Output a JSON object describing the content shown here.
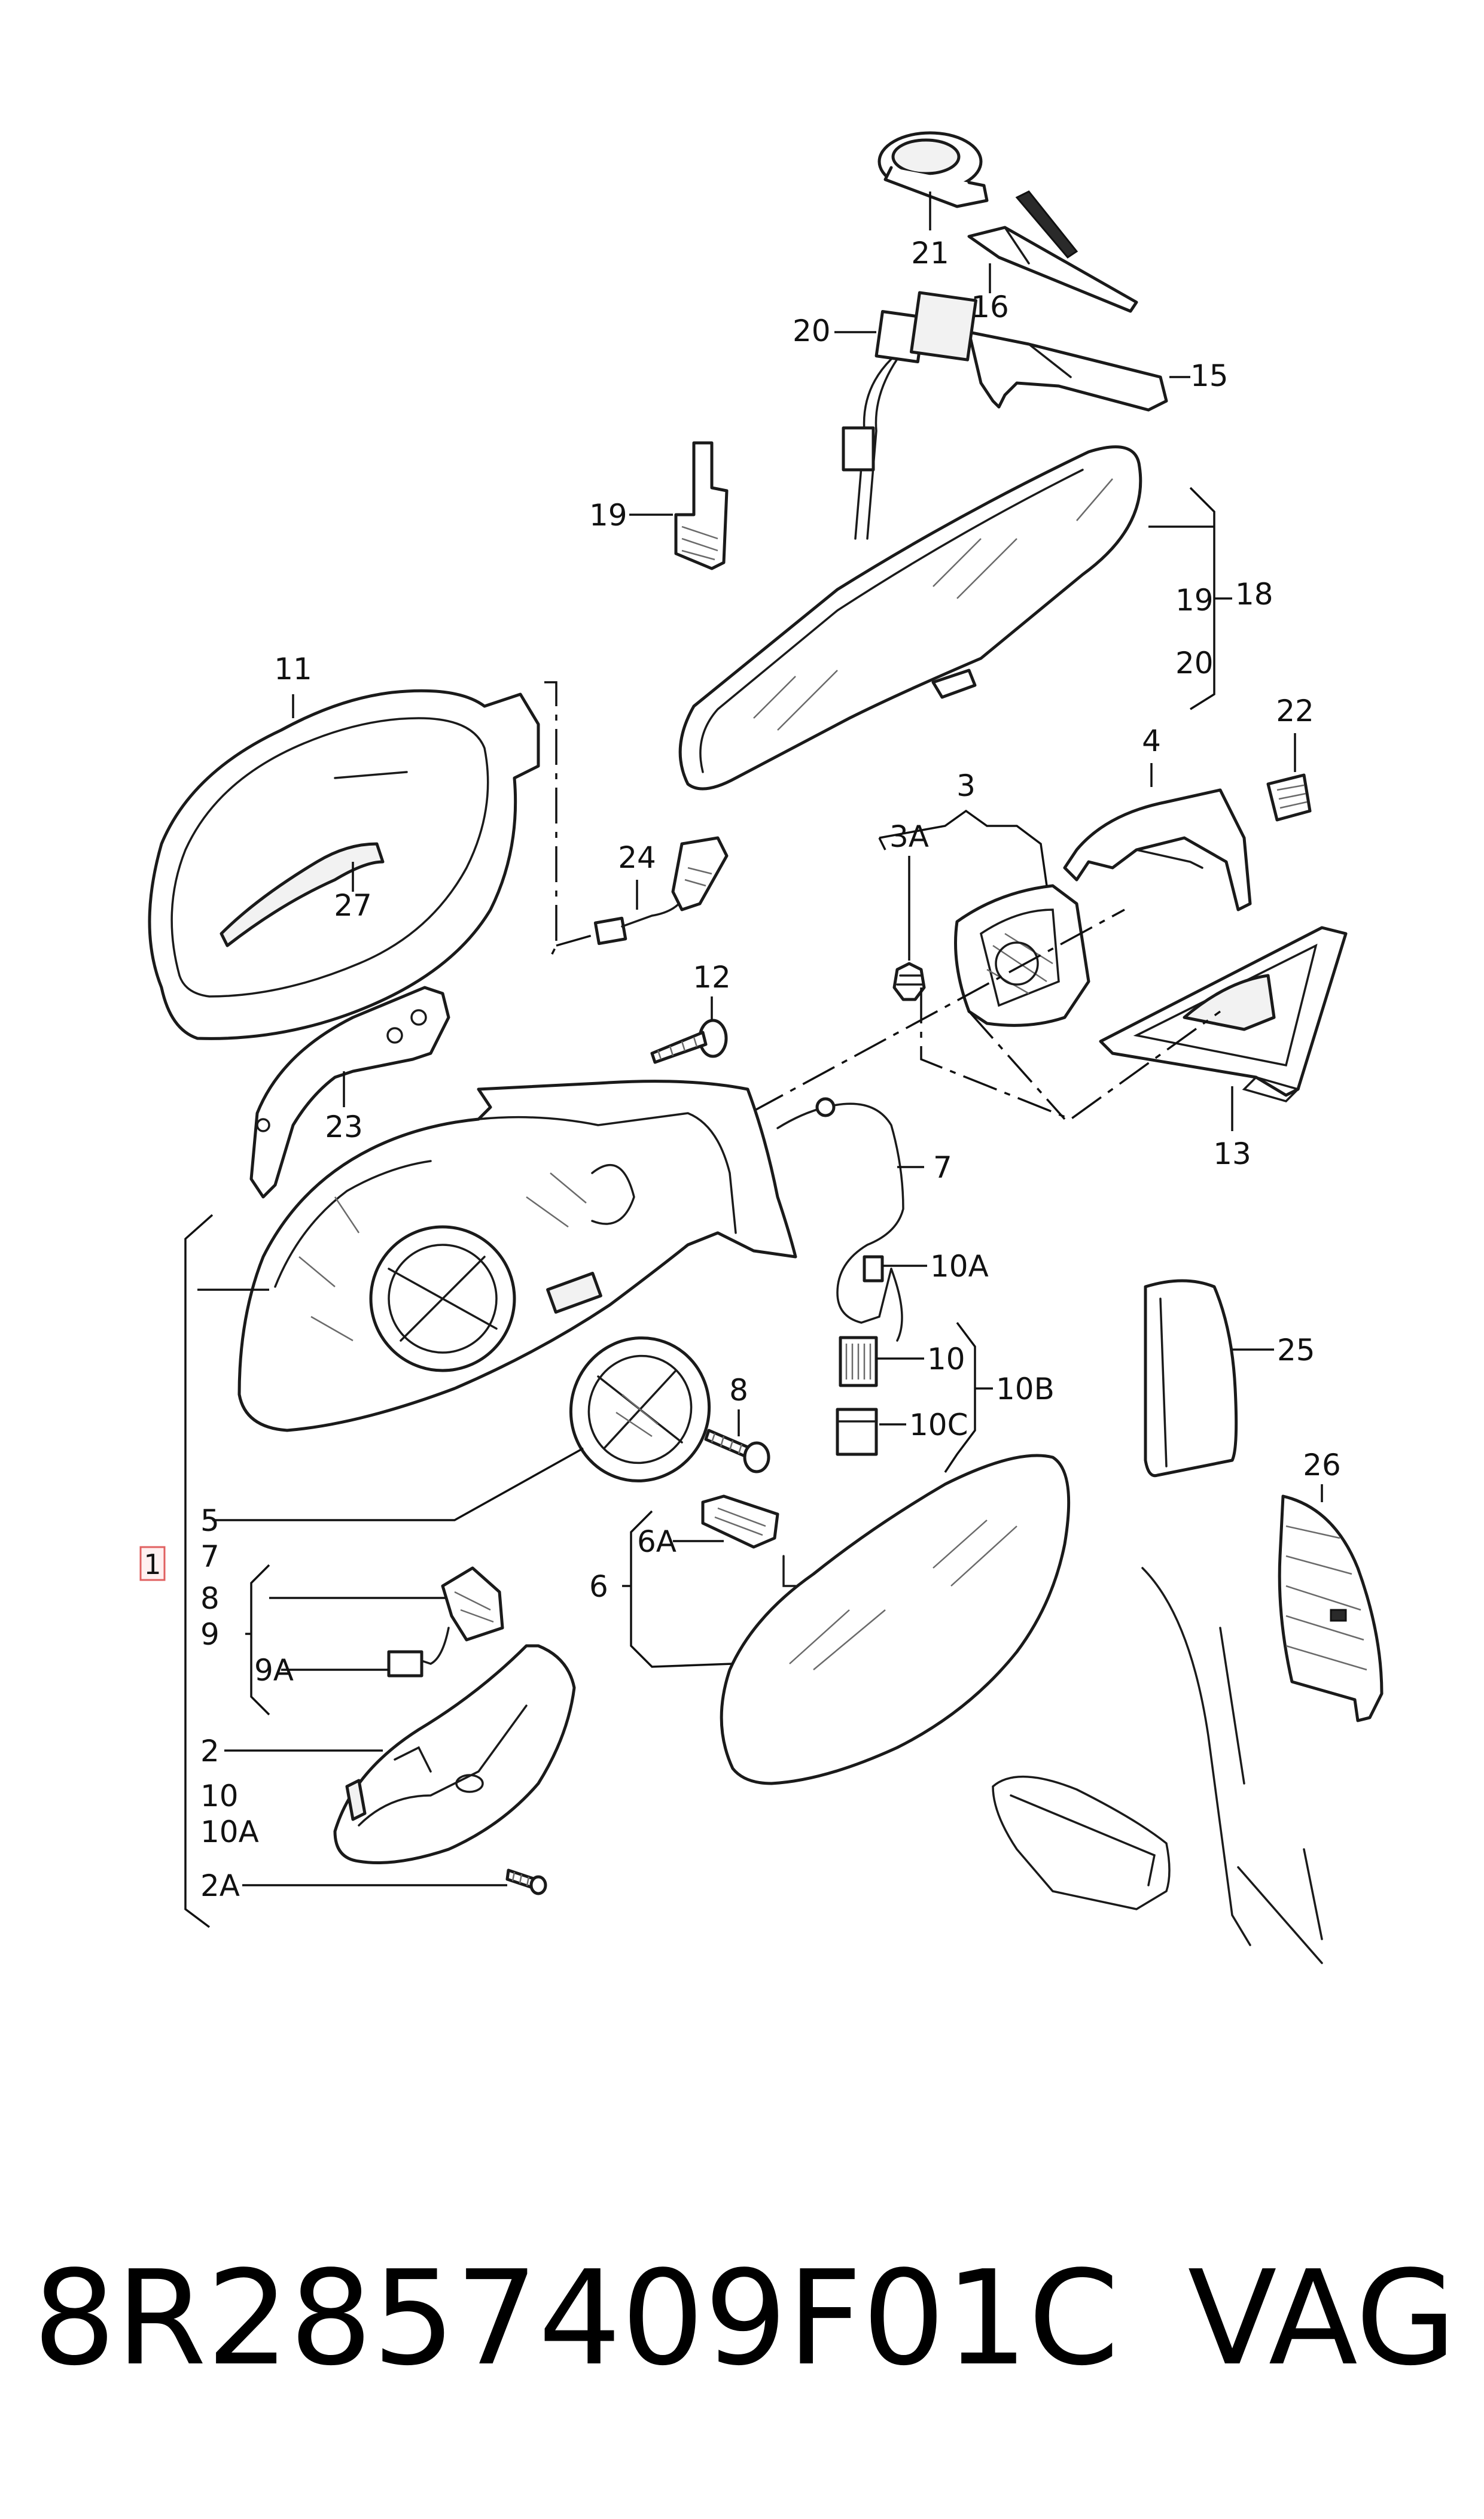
{
  "labels": {
    "l1": "1",
    "l2": "2",
    "l2A": "2A",
    "l3": "3",
    "l3A": "3A",
    "l4": "4",
    "l5": "5",
    "l6": "6",
    "l6A": "6A",
    "l7a": "7",
    "l7b": "7",
    "l8a": "8",
    "l8b": "8",
    "l9": "9",
    "l9A": "9A",
    "l10a": "10",
    "l10b": "10",
    "l10A_a": "10A",
    "l10A_b": "10A",
    "l10B": "10B",
    "l10C": "10C",
    "l11": "11",
    "l12": "12",
    "l13": "13",
    "l15": "15",
    "l16": "16",
    "l18": "18",
    "l19a": "19",
    "l19b": "19",
    "l20a": "20",
    "l20b": "20",
    "l21": "21",
    "l22": "22",
    "l23": "23",
    "l24": "24",
    "l25": "25",
    "l26": "26",
    "l27": "27"
  },
  "footer": {
    "part_number": "8R2857409F01C",
    "brand": "VAG"
  },
  "colors": {
    "line": "#1a1a1a",
    "background": "#ffffff",
    "highlight_box": "#e06060"
  }
}
